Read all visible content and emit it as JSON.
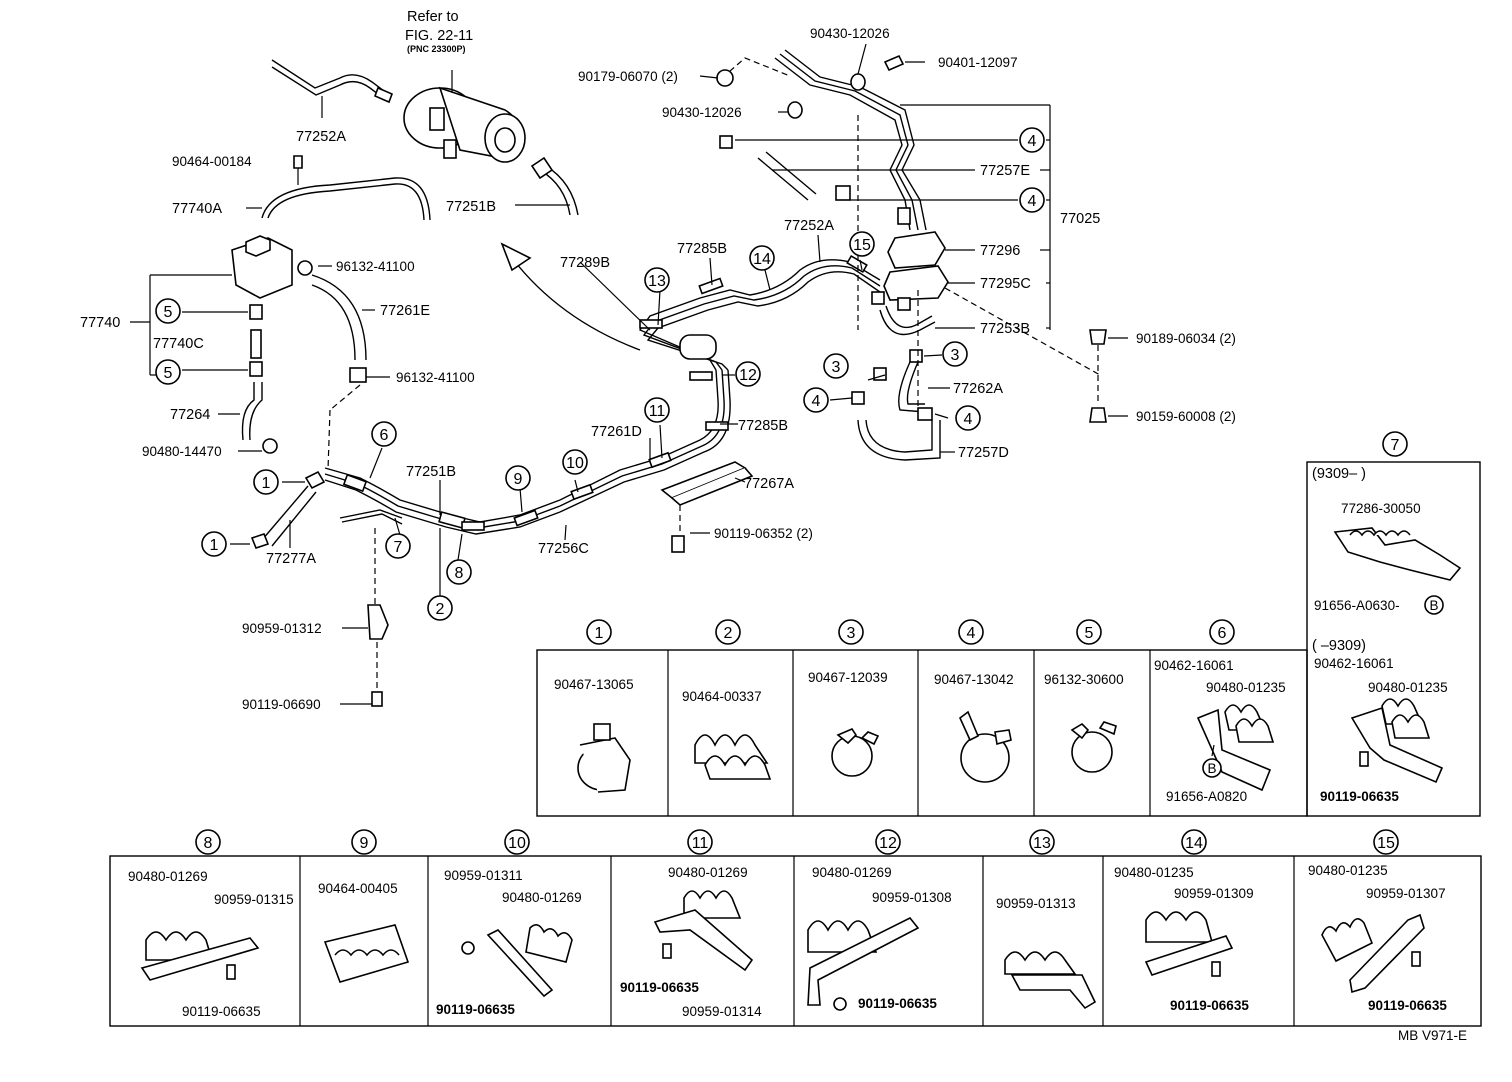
{
  "callouts": [
    {
      "text": "Refer to"
    },
    {
      "text": "FIG. 22-11"
    },
    {
      "text": "(PNC 23300P)"
    },
    {
      "text": "77252A"
    },
    {
      "text": "90464-00184"
    },
    {
      "text": "77740A"
    },
    {
      "text": "77251B"
    },
    {
      "text": "96132-41100"
    },
    {
      "text": "77740"
    },
    {
      "text": "77740C"
    },
    {
      "text": "77261E"
    },
    {
      "text": "96132-41100"
    },
    {
      "text": "77264"
    },
    {
      "text": "90480-14470"
    },
    {
      "text": "77277A"
    },
    {
      "text": "90959-01312"
    },
    {
      "text": "90119-06690"
    },
    {
      "text": "77251B"
    },
    {
      "text": "77256C"
    },
    {
      "text": "77261D"
    },
    {
      "text": "77289B"
    },
    {
      "text": "77285B"
    },
    {
      "text": "77252A"
    },
    {
      "text": "77285B"
    },
    {
      "text": "77267A"
    },
    {
      "text": "90119-06352 (2)"
    },
    {
      "text": "90179-06070 (2)"
    },
    {
      "text": "90430-12026"
    },
    {
      "text": "90401-12097"
    },
    {
      "text": "90430-12026"
    },
    {
      "text": "77257E"
    },
    {
      "text": "77025"
    },
    {
      "text": "77296"
    },
    {
      "text": "77295C"
    },
    {
      "text": "77253B"
    },
    {
      "text": "77262A"
    },
    {
      "text": "77257D"
    },
    {
      "text": "90189-06034 (2)"
    },
    {
      "text": "90159-60008 (2)"
    },
    {
      "text": "MB V971-E"
    }
  ],
  "circled_refs": [
    "1",
    "1",
    "2",
    "3",
    "3",
    "4",
    "4",
    "4",
    "4",
    "5",
    "5",
    "6",
    "7",
    "8",
    "9",
    "10",
    "11",
    "12",
    "13",
    "14",
    "15"
  ],
  "detail_top": [
    {
      "num": "1",
      "parts": [
        "90467-13065"
      ]
    },
    {
      "num": "2",
      "parts": [
        "90464-00337"
      ]
    },
    {
      "num": "3",
      "parts": [
        "90467-12039"
      ]
    },
    {
      "num": "4",
      "parts": [
        "90467-13042"
      ]
    },
    {
      "num": "5",
      "parts": [
        "96132-30600"
      ]
    },
    {
      "num": "6",
      "parts": [
        "90462-16061",
        "90480-01235",
        "91656-A0820"
      ],
      "marker": "B"
    },
    {
      "num": "7",
      "range_a": "(9309–          )",
      "range_b": "(       –9309)",
      "parts": [
        "77286-30050",
        "91656-A0630-",
        "90462-16061",
        "90480-01235",
        "90119-06635"
      ],
      "marker": "B"
    }
  ],
  "detail_bottom": [
    {
      "num": "8",
      "parts": [
        "90480-01269",
        "90959-01315",
        "90119-06635"
      ]
    },
    {
      "num": "9",
      "parts": [
        "90464-00405"
      ]
    },
    {
      "num": "10",
      "parts": [
        "90959-01311",
        "90480-01269",
        "90119-06635"
      ]
    },
    {
      "num": "11",
      "parts": [
        "90480-01269",
        "90119-06635",
        "90959-01314"
      ]
    },
    {
      "num": "12",
      "parts": [
        "90480-01269",
        "90959-01308",
        "90119-06635"
      ]
    },
    {
      "num": "13",
      "parts": [
        "90959-01313"
      ]
    },
    {
      "num": "14",
      "parts": [
        "90480-01235",
        "90959-01309",
        "90119-06635"
      ]
    },
    {
      "num": "15",
      "parts": [
        "90480-01235",
        "90959-01307",
        "90119-06635"
      ]
    }
  ]
}
